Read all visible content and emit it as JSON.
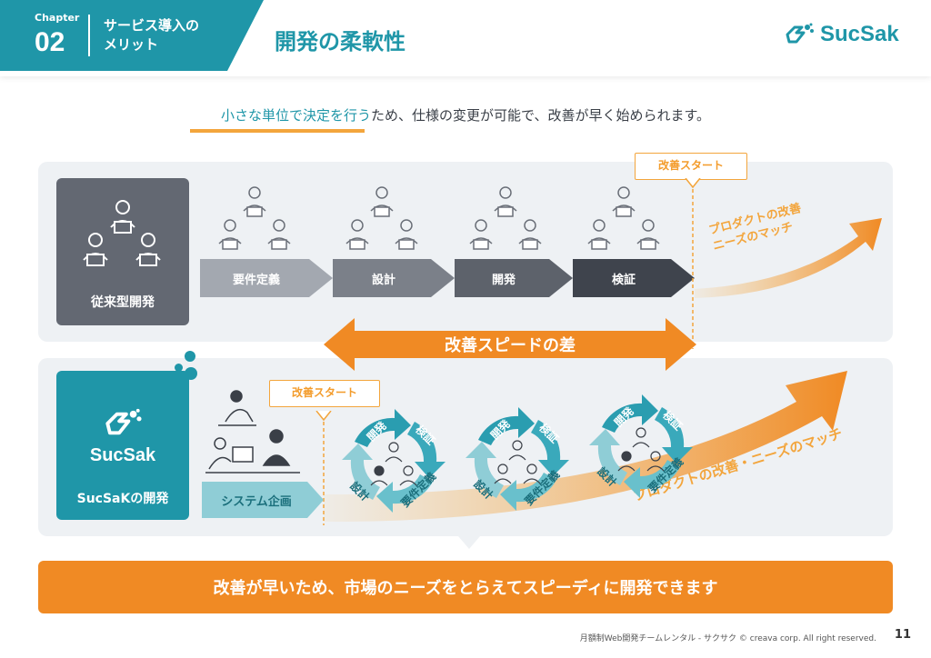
{
  "header": {
    "chapter_label": "Chapter",
    "chapter_number": "02",
    "chapter_title_line1": "サービス導入の",
    "chapter_title_line2": "メリット",
    "page_title": "開発の柔軟性",
    "logo_text": "SucSak"
  },
  "lead": {
    "highlight": "小さな単位で決定を行う",
    "rest": "ため、仕様の変更が可能で、改善が早く始められます。"
  },
  "traditional": {
    "label": "従来型開発",
    "steps": [
      "要件定義",
      "設計",
      "開発",
      "検証"
    ],
    "callout": "改善スタート",
    "match_line1": "プロダクトの改善",
    "match_line2": "ニーズのマッチ"
  },
  "difference_label": "改善スピードの差",
  "sucsak": {
    "logo_text": "SucSak",
    "label": "SucSaKの開発",
    "first_step": "システム企画",
    "callout": "改善スタート",
    "cycle_labels": {
      "dev": "開発",
      "verify": "検証",
      "req": "要件定義",
      "design": "設計"
    },
    "match_text": "プロダクトの改善・ニーズのマッチ"
  },
  "conclusion": "改善が早いため、市場のニーズをとらえてスピーディに開発できます",
  "footer": {
    "copyright": "月額制Web開発チームレンタル - サクサク © creava corp. All right reserved.",
    "page_number": "11"
  },
  "colors": {
    "brand_teal": "#1f96a8",
    "accent_orange": "#f08a24",
    "step1": "#a3a8b0",
    "step2": "#7b8089",
    "step3": "#5d626b",
    "step4": "#3f444d"
  }
}
